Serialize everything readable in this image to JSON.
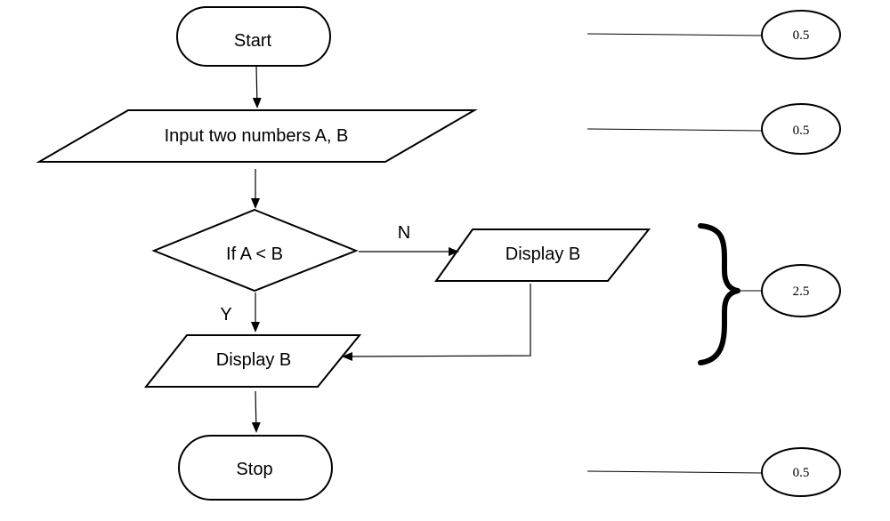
{
  "flowchart": {
    "start": "Start",
    "input": "Input two numbers A, B",
    "decision": "If A < B",
    "branch_no_label": "N",
    "branch_yes_label": "Y",
    "display_no": "Display B",
    "display_yes": "Display B",
    "stop": "Stop"
  },
  "marks": {
    "start": "0.5",
    "input": "0.5",
    "decision_block": "2.5",
    "stop": "0.5"
  }
}
